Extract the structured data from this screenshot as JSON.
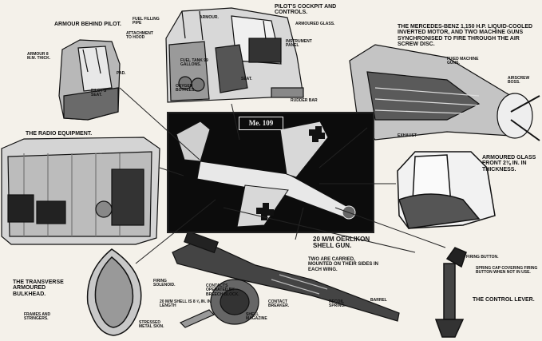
{
  "labels": {
    "armour_behind_pilot": "ARMOUR BEHIND PILOT.",
    "fuel_filling_pipe": "FUEL FILLING PIPE",
    "attachment_to_hood": "ATTACHMENT TO HOOD",
    "armour_8mm": "ARMOUR 8 M.M. THICK.",
    "pad": "PAD.",
    "pilots_seat": "PILOT'S SEAT.",
    "armour": "ARMOUR.",
    "pilots_cockpit": "PILOT'S COCKPIT AND CONTROLS.",
    "armoured_glass": "ARMOURED GLASS.",
    "instrument_panel": "INSTRUMENT PANEL",
    "fuel_tank": "FUEL TANK 99 GALLONS.",
    "oxygen_bottles": "OXYGEN BOTTLES.",
    "seat": "SEAT.",
    "rudder_bar": "RUDDER BAR",
    "engine_desc": "THE MERCEDES-BENZ 1,150 H.P. LIQUID-COOLED INVERTED MOTOR, AND TWO MACHINE GUNS SYNCHRONISED TO FIRE THROUGH THE AIR SCREW DISC.",
    "fixed_machine_guns": "FIXED MACHINE GUNS.",
    "airscrew_boss": "AIRSCREW BOSS.",
    "exhaust": "EXHAUST",
    "radio_equipment": "THE RADIO EQUIPMENT.",
    "armoured_glass_front": "ARMOURED GLASS FRONT 2⅜ IN. IN THICKNESS.",
    "me109": "Me. 109",
    "oerlikon": "20 M/M OERLIKON SHELL GUN.",
    "two_carried": "TWO ARE CARRIED, MOUNTED ON THEIR SIDES IN EACH WING.",
    "firing_button": "FIRING BUTTON.",
    "spring_cap": "SPRING CAP COVERING FIRING BUTTON WHEN NOT IN USE.",
    "control_lever": "THE CONTROL LEVER.",
    "firing_solenoid": "FIRING SOLENOID.",
    "contacts": "CONTACTS OPERATED BY BREECH BLOCK.",
    "transverse_bulkhead": "THE TRANSVERSE ARMOURED BULKHEAD.",
    "shell_20mm": "20 M/M SHELL IS 8 ⅝ IN. IN LENGTH",
    "contact_breaker": "CONTACT BREAKER.",
    "recoil_spring": "RECOIL SPRING.",
    "shell_magazine": "SHELL MAGAZINE",
    "barrel": "BARREL",
    "frames_stringers": "FRAMES AND STRINGERS.",
    "stressed_metal_skin": "STRESSED METAL SKIN."
  }
}
